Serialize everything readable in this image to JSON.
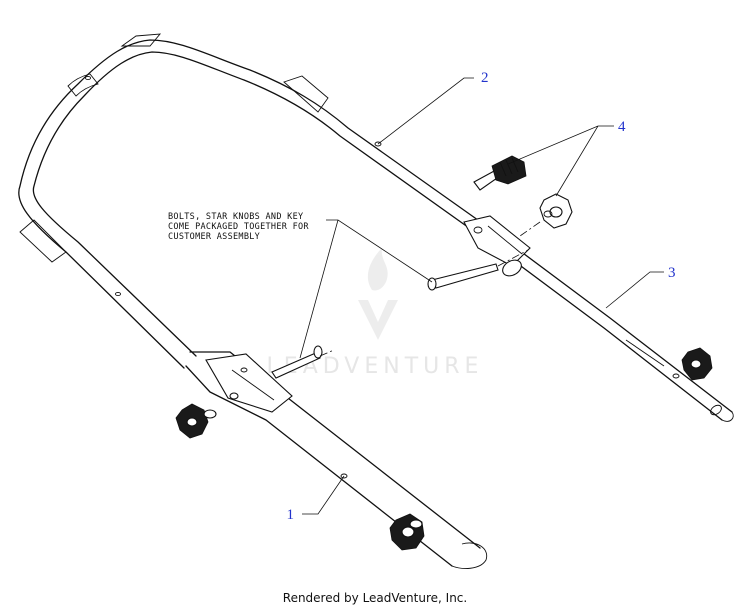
{
  "callouts": [
    {
      "id": "1",
      "label": "1"
    },
    {
      "id": "2",
      "label": "2"
    },
    {
      "id": "3",
      "label": "3"
    },
    {
      "id": "4",
      "label": "4"
    }
  ],
  "note": {
    "line1": "BOLTS, STAR KNOBS AND KEY",
    "line2": "COME PACKAGED TOGETHER FOR",
    "line3": "CUSTOMER ASSEMBLY"
  },
  "watermark": "LEADVENTURE",
  "footer": "Rendered by LeadVenture, Inc.",
  "colors": {
    "callout": "#2233cc",
    "line": "#111111",
    "watermark": "#e6e6e6"
  }
}
